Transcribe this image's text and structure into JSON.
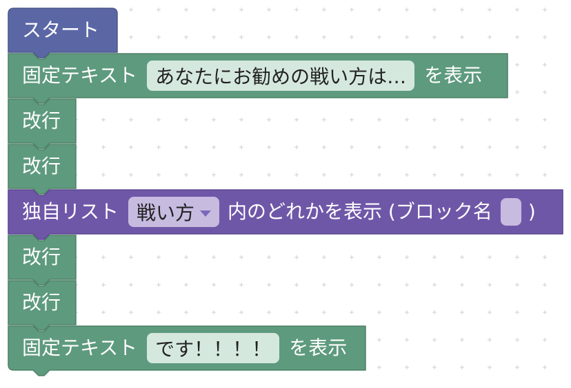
{
  "colors": {
    "start": "#5b67a5",
    "green": "#5e9a7e",
    "green_dark": "#4d8067",
    "purple": "#6f57a8",
    "purple_dark": "#5a4590"
  },
  "blocks": {
    "start": {
      "label": "スタート"
    },
    "fixed_text_1": {
      "label": "固定テキスト",
      "value": "あなたにお勧めの戦い方は…",
      "suffix": "を表示"
    },
    "newline_1": {
      "label": "改行"
    },
    "newline_2": {
      "label": "改行"
    },
    "custom_list": {
      "label": "独自リスト",
      "dropdown_value": "戦い方",
      "middle": "内のどれかを表示 (ブロック名",
      "block_name_value": "",
      "close": ")"
    },
    "newline_3": {
      "label": "改行"
    },
    "newline_4": {
      "label": "改行"
    },
    "fixed_text_2": {
      "label": "固定テキスト",
      "value": "です！！！！",
      "suffix": "を表示"
    }
  }
}
